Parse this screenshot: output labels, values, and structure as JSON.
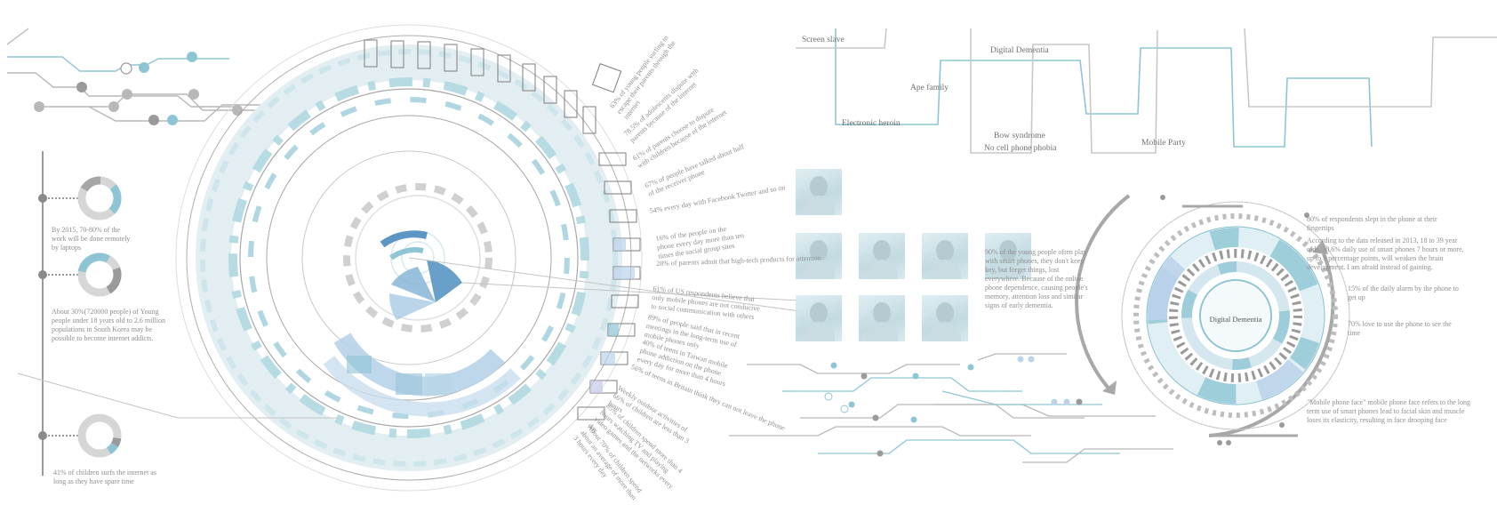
{
  "colors": {
    "accent_blue": "#8ec5d4",
    "deep_blue": "#4f8fc0",
    "line_gray": "#bdbdbd",
    "text_gray": "#8f8f8f"
  },
  "left_stats": [
    {
      "text": "By 2015, 70-80% of the work will be done remotely by laptops"
    },
    {
      "text": "About 30%(720000 people) of Young people under 18 years old to 2.6 million populations in South Korea may be possible to become internet addicts."
    },
    {
      "text": "41% of children surfs the internet as long as they have spare time"
    }
  ],
  "ring_stats": [
    "63% of young people surfing to escape their parents through the internet",
    "78.5% of adolescents dispute with parents because of the internet",
    "61% of parents choose to dispute with children because of the internet",
    "67% of people have talked about half of the receiver phone",
    "54% every day with Facebook Twitter and so on",
    "16% of the people on the phone every day more than ten times the social group sites",
    "28% of parents admit that high-tech products for attention",
    "61% of US respondents believe that only mobile phones are not conducive to social communication with others",
    "89% of people said that in recent meetings in the long-term use of mobile phones only",
    "40% of teens in Taiwan mobile phone addiction on the phone every day for more than 4 hours",
    "56% of teens in Britain think they can not leave the phone",
    "Weekly outdoor activities of 66% of children are less than 3 hours",
    "85% of children spend more than 4 hours watching TV and playing video games and the networks every day",
    "About 70% of children spend about an average of more than 3 hours every day"
  ],
  "top_labels": [
    {
      "text": "Screen slave"
    },
    {
      "text": "Digital Dementia"
    },
    {
      "text": "Ape family"
    },
    {
      "text": "Electronic heroin"
    },
    {
      "text": "Bow syndrome"
    },
    {
      "text": "No cell phone phobia"
    },
    {
      "text": "Mobile Party"
    }
  ],
  "center_text": "90% of the young people often play with smart phones, they don't keep key, but forget things, lost everywhere. Because of the online phone dependence, causing people's memory, attention loss and similar signs of early dementia.",
  "dial": {
    "center_label": "Digital Dementia"
  },
  "right_stats": [
    "80% of respondents slept in the phone at their fingertips",
    "According to the data released in 2013, 18 to 39 year olds, 30.6% daily use of smart phones 7 hours or more, up to 9 percentage points, will weaken the brain development. I am afraid instead of gaining.",
    "15% of the daily alarm by the phone to get up",
    "70% love to use the phone to see the time",
    "\"Mobile phone face\" mobile phone face refers to the long term use of smart phones lead to facial skin and muscle loses its elasticity, resulting in face drooping face"
  ]
}
